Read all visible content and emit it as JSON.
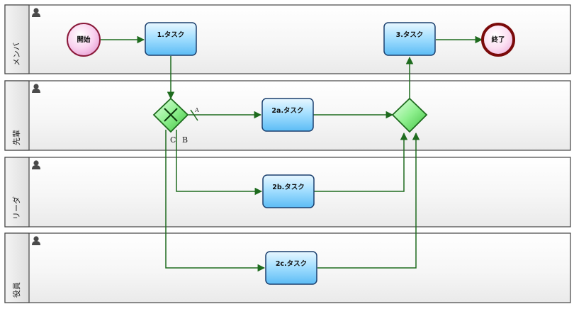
{
  "lanes": [
    {
      "id": "lane1",
      "label": "メンバ"
    },
    {
      "id": "lane2",
      "label": "先輩"
    },
    {
      "id": "lane3",
      "label": "リーダ"
    },
    {
      "id": "lane4",
      "label": "役員"
    }
  ],
  "nodes": {
    "start": {
      "label": "開始"
    },
    "task1": {
      "label": "1.タスク"
    },
    "task3": {
      "label": "3.タスク"
    },
    "end": {
      "label": "終了"
    },
    "task2a": {
      "label": "2a.タスク"
    },
    "task2b": {
      "label": "2b.タスク"
    },
    "task2c": {
      "label": "2c.タスク"
    }
  },
  "edge_labels": {
    "a": "A",
    "b": "B",
    "c": "C"
  },
  "colors": {
    "flow": "#1e6b1e",
    "task_fill": "#8fd3ff",
    "task_stroke": "#1a3f6e",
    "gateway_fill": "#7ee87e",
    "gateway_stroke": "#1e6b1e",
    "start_fill": "#f7c2ea",
    "start_stroke": "#8a1a3a",
    "end_stroke": "#7a0a0a"
  }
}
